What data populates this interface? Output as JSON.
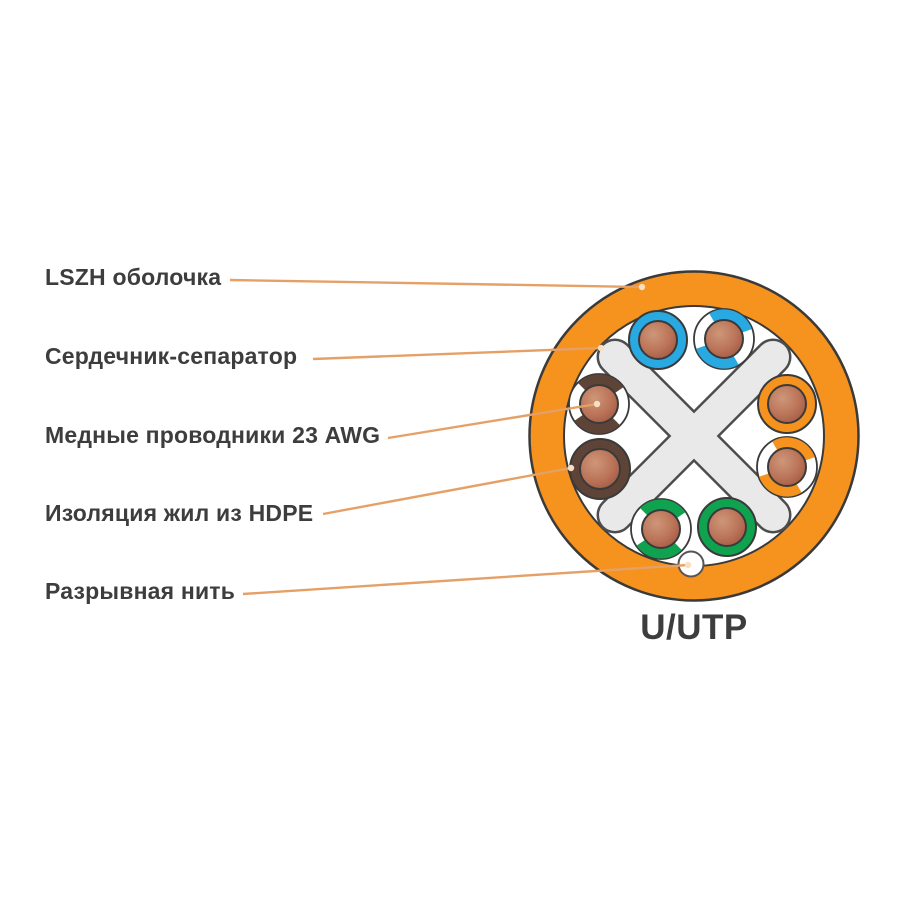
{
  "labels": [
    "LSZH оболочка",
    "Сердечник-сепаратор",
    "Медные проводники 23 AWG",
    "Изоляция жил из HDPE",
    "Разрывная нить"
  ],
  "diagram": {
    "caption": "U/UTP",
    "pairs": [
      {
        "color_name": "blue",
        "wires": [
          "solid",
          "striped"
        ]
      },
      {
        "color_name": "orange",
        "wires": [
          "solid",
          "striped"
        ]
      },
      {
        "color_name": "green",
        "wires": [
          "striped",
          "solid"
        ]
      },
      {
        "color_name": "brown",
        "wires": [
          "striped",
          "solid"
        ]
      }
    ],
    "extras": [
      "rip-cord",
      "cross-separator",
      "jacket"
    ]
  },
  "colors": {
    "jacket_orange": "#F6921E",
    "pair_blue": "#29A9E1",
    "pair_orange": "#F6921E",
    "pair_green": "#0FA24F",
    "pair_brown": "#5E4337",
    "separator_gray": "#E9E9E9",
    "separator_outline": "#4D4D4D",
    "outline_dark": "#3A3A3A",
    "outline_mid": "#555555",
    "copper_light": "#CE9679",
    "copper_mid": "#BB7458",
    "copper_dark": "#9C5440",
    "leader_line": "#E5A067",
    "leader_tip": "#F8DFC2",
    "text_dark": "#3D3D3D",
    "background": "#FFFFFF"
  }
}
